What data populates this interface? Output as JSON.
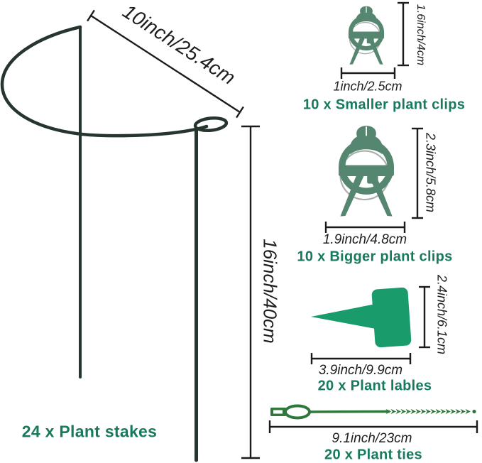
{
  "title": "Garden plant support kit contents diagram",
  "colors": {
    "background": "#ffffff",
    "count_text_teal": "#177a5f",
    "dimension_text": "#1e1e1e",
    "dimension_line": "#1b1b1b",
    "clip_sage_green": "#55866f",
    "clip_spring_gray": "#a7aeab",
    "tag_emerald_green": "#1a9b6c",
    "tie_forest_green": "#2f773b",
    "stake_dark_green": "#26362e"
  },
  "stake": {
    "width_dim": "10inch/25.4cm",
    "height_dim": "16inch/40cm",
    "count_label": "24 x Plant stakes"
  },
  "smaller_clips": {
    "height_dim": "1.6inch/4cm",
    "width_dim": "1inch/2.5cm",
    "count_label": "10 x Smaller plant clips"
  },
  "bigger_clips": {
    "height_dim": "2.3inch/5.8cm",
    "width_dim": "1.9inch/4.8cm",
    "count_label": "10 x Bigger plant clips"
  },
  "plant_labels": {
    "height_dim": "2.4inch/6.1cm",
    "width_dim": "3.9inch/9.9cm",
    "count_label": "20 x Plant lables"
  },
  "plant_ties": {
    "width_dim": "9.1inch/23cm",
    "count_label": "20 x Plant ties"
  }
}
